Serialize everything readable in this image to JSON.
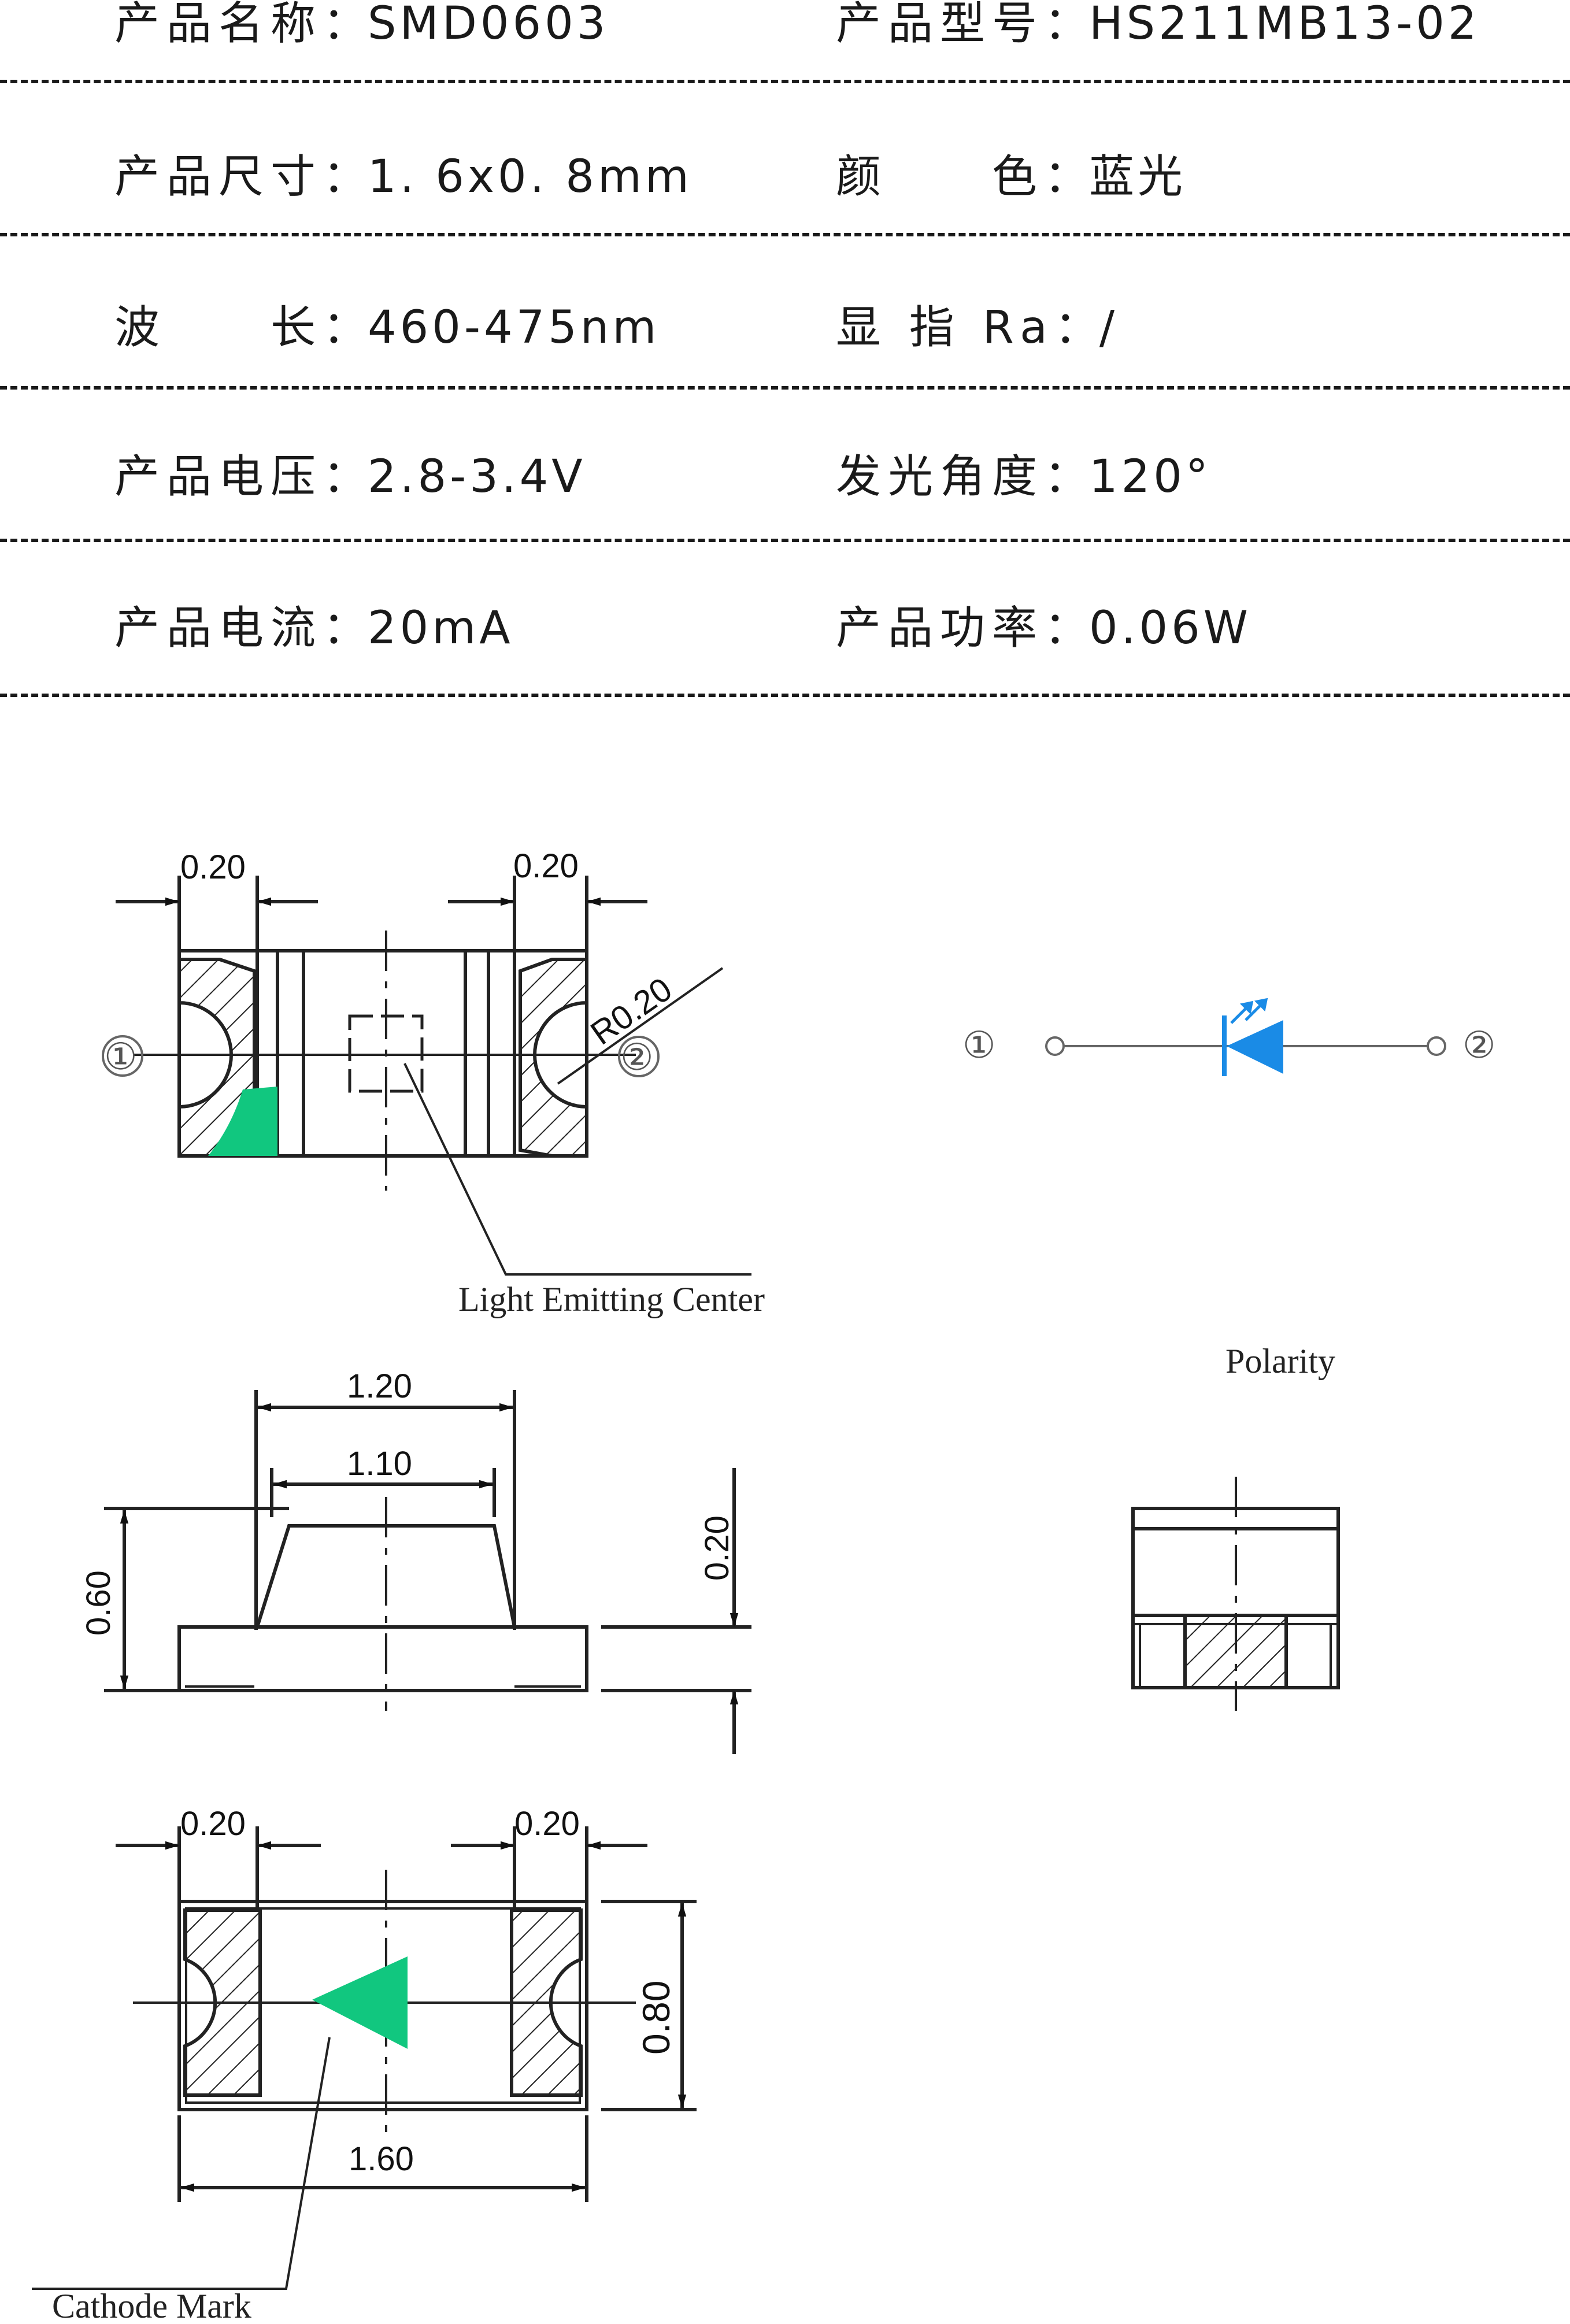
{
  "specs": [
    {
      "left_label": "产品名称",
      "left_value": "SMD0603",
      "right_label": "产品型号",
      "right_value": "HS211MB13-02"
    },
    {
      "left_label": "产品尺寸",
      "left_value": "1. 6x0. 8mm",
      "right_label": "颜　　色",
      "right_value": "蓝光"
    },
    {
      "left_label": "波　　长",
      "left_value": "460-475nm",
      "right_label": "显 指 Ra",
      "right_value": "/"
    },
    {
      "left_label": "产品电压",
      "left_value": "2.8-3.4V",
      "right_label": "发光角度",
      "right_value": "120°"
    },
    {
      "left_label": "产品电流",
      "left_value": "20mA",
      "right_label": "产品功率",
      "right_value": "0.06W"
    }
  ],
  "separator": "：",
  "drawing": {
    "top_view": {
      "dim_left": "0.20",
      "dim_right": "0.20",
      "radius": "R0.20",
      "pin1": "①",
      "pin2": "②",
      "caption": "Light Emitting Center"
    },
    "polarity": {
      "pin1": "①",
      "pin2": "②",
      "caption": "Polarity"
    },
    "side_view": {
      "dim_top_outer": "1.20",
      "dim_top_inner": "1.10",
      "dim_height": "0.60",
      "dim_base": "0.20"
    },
    "bottom_view": {
      "dim_left": "0.20",
      "dim_right": "0.20",
      "dim_height": "0.80",
      "dim_width": "1.60",
      "caption": "Cathode Mark"
    }
  },
  "colors": {
    "ink": "#1a1a1a",
    "led_blue": "#1a8be6",
    "cathode_green": "#11c77f"
  }
}
